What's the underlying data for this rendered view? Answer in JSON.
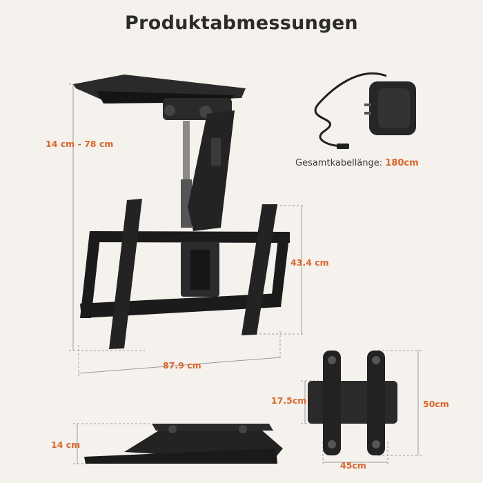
{
  "title": "Produktabmessungen",
  "dimensions": {
    "height_range": "14 cm - 78 cm",
    "vesa_height": "43.4 cm",
    "vesa_width": "87.9 cm",
    "bracket_width": "45cm",
    "bracket_height": "50cm",
    "bracket_depth": "17.5cm",
    "folded_height": "14 cm"
  },
  "cable": {
    "label": "Gesamtkabellänge:",
    "value": "180cm"
  },
  "colors": {
    "accent": "#d9652b",
    "metal": "#1f1f1f",
    "background": "#f5f1ec"
  }
}
